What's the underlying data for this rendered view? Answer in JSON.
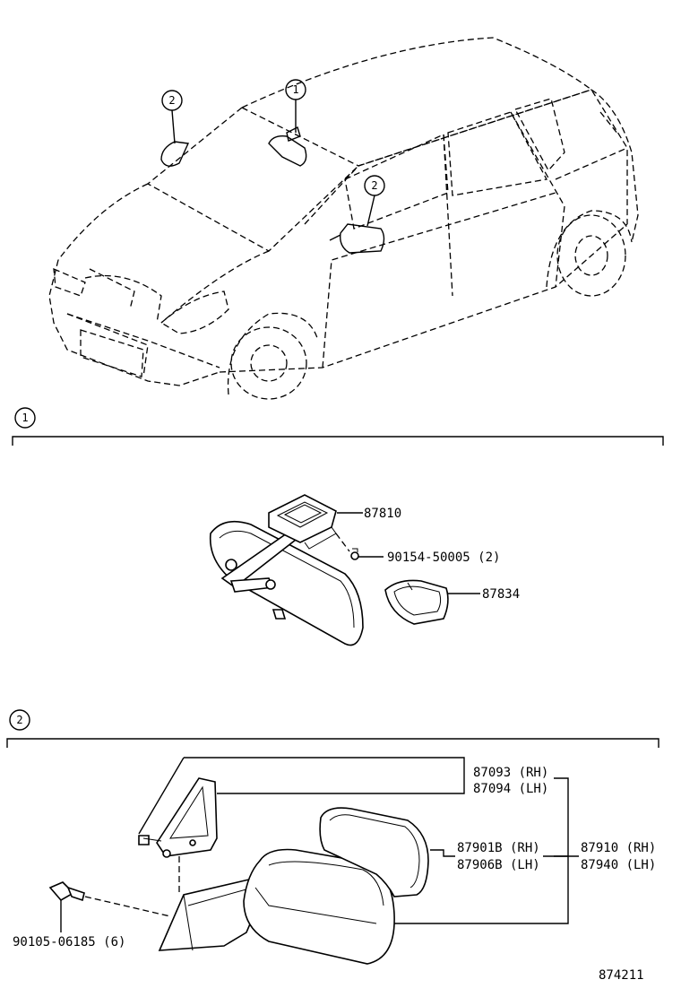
{
  "callouts": {
    "rear_view_mirror": "1",
    "outer_mirror": "2"
  },
  "section_1": {
    "marker": "1",
    "parts": [
      "87810",
      "90154-50005 (2)",
      "87834"
    ]
  },
  "section_2": {
    "marker": "2",
    "parts": [
      "87093 (RH)",
      "87094 (LH)",
      "87901B (RH)",
      "87906B (LH)",
      "87910 (RH)",
      "87940 (LH)",
      "90105-06185 (6)"
    ]
  },
  "illustration_number": "874211"
}
